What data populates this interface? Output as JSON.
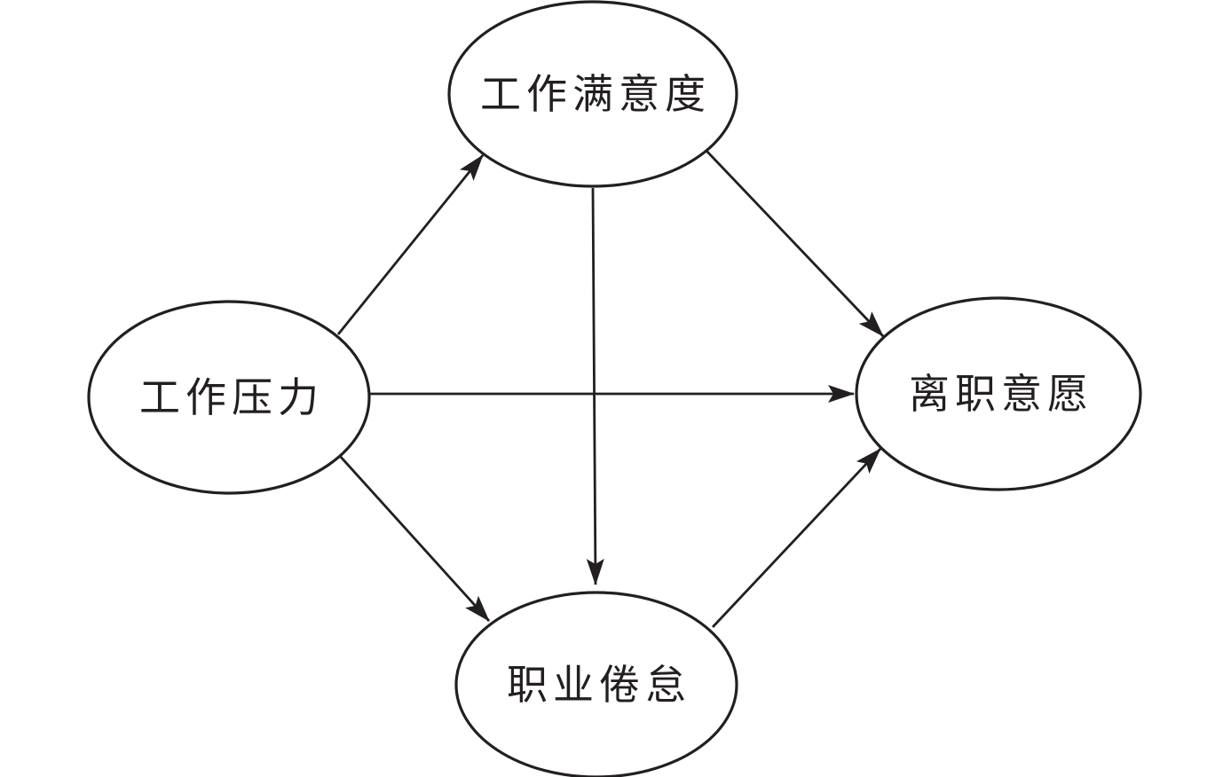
{
  "diagram": {
    "title": "",
    "background_color": "#ffffff",
    "stroke_color": "#231f20",
    "nodes": [
      {
        "id": "work-stress",
        "label": "工作压力",
        "position": "left"
      },
      {
        "id": "job-satisfaction",
        "label": "工作满意度",
        "position": "top"
      },
      {
        "id": "turnover-intention",
        "label": "离职意愿",
        "position": "right"
      },
      {
        "id": "job-burnout",
        "label": "职业倦怠",
        "position": "bottom"
      }
    ],
    "edges": [
      {
        "from": "work-stress",
        "to": "job-satisfaction",
        "style": "arrow"
      },
      {
        "from": "work-stress",
        "to": "turnover-intention",
        "style": "arrow"
      },
      {
        "from": "work-stress",
        "to": "job-burnout",
        "style": "arrow"
      },
      {
        "from": "job-satisfaction",
        "to": "turnover-intention",
        "style": "arrow"
      },
      {
        "from": "job-satisfaction",
        "to": "job-burnout",
        "style": "arrow"
      },
      {
        "from": "job-burnout",
        "to": "turnover-intention",
        "style": "arrow"
      }
    ]
  }
}
